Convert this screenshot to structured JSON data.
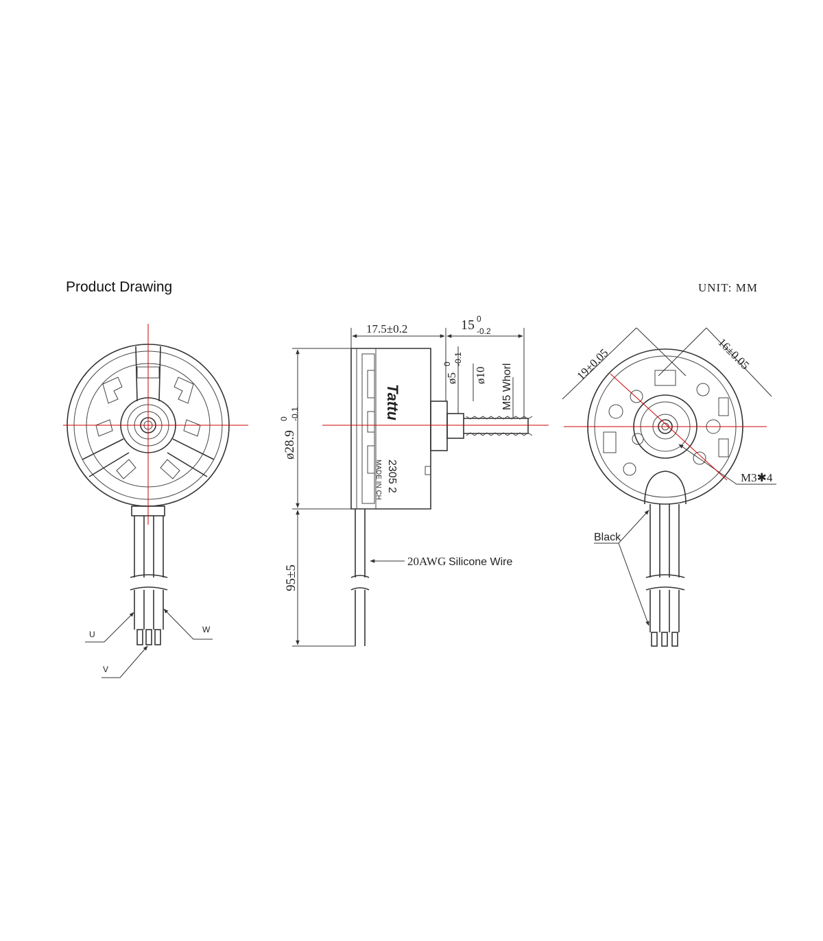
{
  "header": {
    "title": "Product Drawing",
    "unit": "UNIT: MM"
  },
  "dimensions": {
    "body_length": "17.5±0.2",
    "shaft_length_base": "15",
    "shaft_length_sup": "0",
    "shaft_length_sub": "-0.2",
    "diameter_body_base": "ø28.9",
    "diameter_body_sup": "0",
    "diameter_body_sub": "-0.1",
    "shaft_diameter_base": "ø5",
    "shaft_diameter_sup": "0",
    "shaft_diameter_sub": "-0.1",
    "collar_diameter": "ø10",
    "thread": "M5 Whorl",
    "wire_length": "95±5",
    "mount_spacing_a": "19±0.05",
    "mount_spacing_b": "16±0.05",
    "mount_screws": "M3✱4"
  },
  "labels": {
    "wire_gauge": "20AWG",
    "wire_type": "Silicone Wire",
    "phase_u": "U",
    "phase_v": "V",
    "phase_w": "W",
    "wire_color": "Black"
  },
  "motor_label": {
    "brand": "Tattu",
    "model": "2305 2",
    "origin": "MADE IN CH"
  },
  "colors": {
    "centerline": "#d20000",
    "outline": "#333333"
  }
}
